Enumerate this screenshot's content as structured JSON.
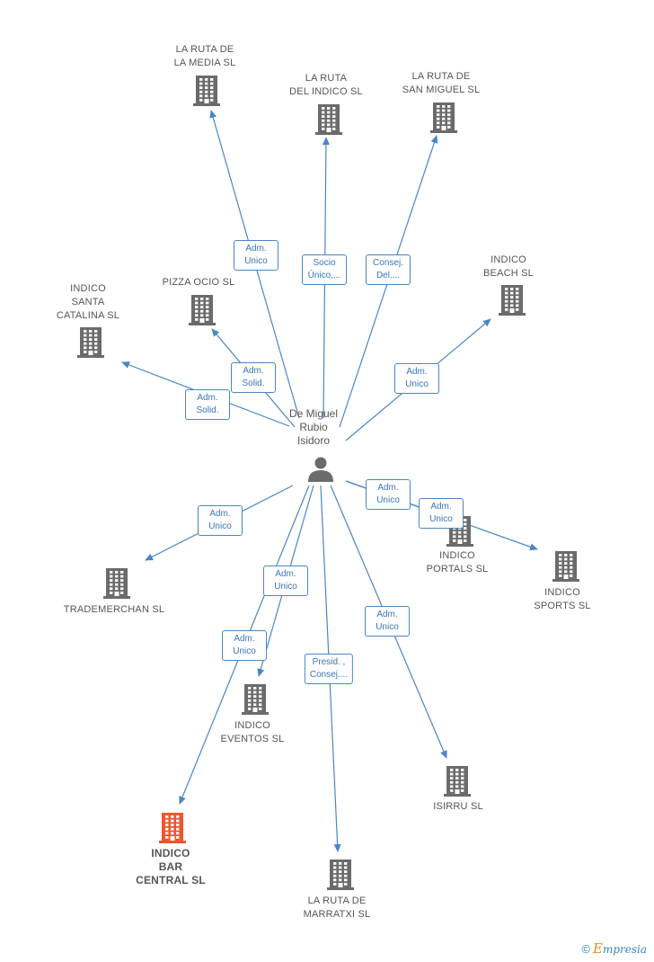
{
  "center": {
    "name": "De Miguel\nRubio\nIsidoro"
  },
  "companies": [
    {
      "id": "media",
      "name": "LA RUTA DE\nLA MEDIA SL",
      "focus": false
    },
    {
      "id": "indico",
      "name": "LA RUTA\nDEL INDICO SL",
      "focus": false
    },
    {
      "id": "sanmiguel",
      "name": "LA RUTA DE\nSAN MIGUEL SL",
      "focus": false
    },
    {
      "id": "beach",
      "name": "INDICO\nBEACH SL",
      "focus": false
    },
    {
      "id": "catalina",
      "name": "INDICO\nSANTA\nCATALINA SL",
      "focus": false
    },
    {
      "id": "pizza",
      "name": "PIZZA OCIO SL",
      "focus": false
    },
    {
      "id": "portals",
      "name": "INDICO\nPORTALS SL",
      "focus": false
    },
    {
      "id": "sports",
      "name": "INDICO\nSPORTS SL",
      "focus": false
    },
    {
      "id": "trademer",
      "name": "TRADEMERCHAN SL",
      "focus": false
    },
    {
      "id": "eventos",
      "name": "INDICO\nEVENTOS SL",
      "focus": false
    },
    {
      "id": "isirru",
      "name": "ISIRRU SL",
      "focus": false
    },
    {
      "id": "bar",
      "name": "INDICO\nBAR\nCENTRAL SL",
      "focus": true
    },
    {
      "id": "marratxi",
      "name": "LA RUTA DE\nMARRATXI SL",
      "focus": false
    }
  ],
  "relations": [
    {
      "to": "media",
      "label": "Adm.\nUnico"
    },
    {
      "to": "indico",
      "label": "Socio\nÚnico,..."
    },
    {
      "to": "sanmiguel",
      "label": "Consej.\nDel...."
    },
    {
      "to": "beach",
      "label": "Adm.\nUnico"
    },
    {
      "to": "pizza",
      "label": "Adm.\nSolid."
    },
    {
      "to": "catalina",
      "label": "Adm.\nSolid."
    },
    {
      "to": "portals",
      "label": "Adm.\nUnico"
    },
    {
      "to": "sports",
      "label": "Adm.\nUnico"
    },
    {
      "to": "trademer",
      "label": "Adm.\nUnico"
    },
    {
      "to": "eventos",
      "label": "Adm.\nUnico"
    },
    {
      "to": "bar",
      "label": "Adm.\nUnico"
    },
    {
      "to": "marratxi",
      "label": "Presid. ,\nConsej...."
    },
    {
      "to": "isirru",
      "label": "Adm.\nUnico"
    }
  ],
  "colors": {
    "edge": "#4a86c5",
    "building": "#6b6b6b",
    "focus_building": "#f0572b",
    "person": "#6b6b6b"
  },
  "icons": {
    "company": "building-icon",
    "person": "person-icon"
  },
  "footer": {
    "copyright": "©",
    "brand_e": "E",
    "brand_rest": "mpresia"
  }
}
